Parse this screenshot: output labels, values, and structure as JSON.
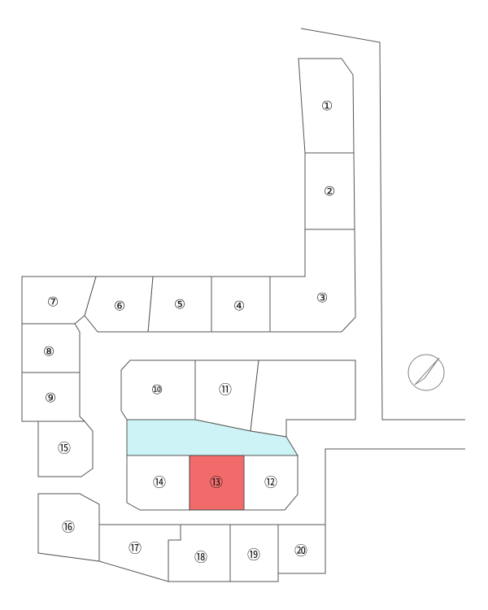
{
  "lots": [
    {
      "id": "1",
      "label": "①"
    },
    {
      "id": "2",
      "label": "②"
    },
    {
      "id": "3",
      "label": "③"
    },
    {
      "id": "4",
      "label": "④"
    },
    {
      "id": "5",
      "label": "⑤"
    },
    {
      "id": "6",
      "label": "⑥"
    },
    {
      "id": "7",
      "label": "⑦"
    },
    {
      "id": "8",
      "label": "⑧"
    },
    {
      "id": "9",
      "label": "⑨"
    },
    {
      "id": "10",
      "label": "⑩"
    },
    {
      "id": "11",
      "label": "⑪"
    },
    {
      "id": "12",
      "label": "⑫"
    },
    {
      "id": "13",
      "label": "⑬",
      "selected": true
    },
    {
      "id": "14",
      "label": "⑭"
    },
    {
      "id": "15",
      "label": "⑮"
    },
    {
      "id": "16",
      "label": "⑯"
    },
    {
      "id": "17",
      "label": "⑰"
    },
    {
      "id": "18",
      "label": "⑱"
    },
    {
      "id": "19",
      "label": "⑲"
    },
    {
      "id": "20",
      "label": "⑳"
    }
  ],
  "colors": {
    "selected_lot": "#f26b6b",
    "common_area": "#cdf3f6",
    "outline": "#555555"
  },
  "compass": {
    "icon": "north-arrow-icon"
  }
}
